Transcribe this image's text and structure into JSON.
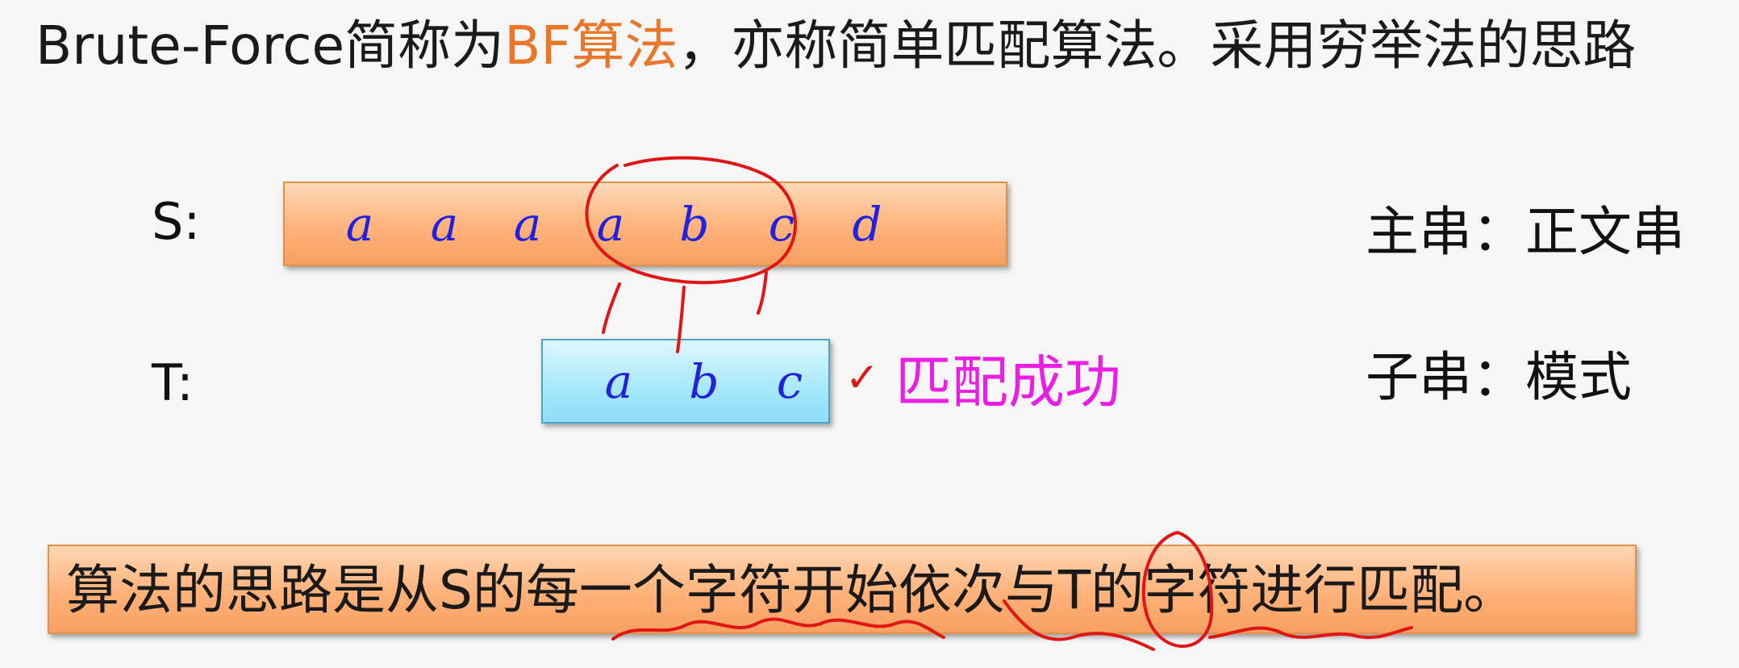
{
  "title": {
    "part1": "Brute-Force简称为",
    "highlight": "BF算法",
    "part2": "，亦称简单匹配算法。采用穷举法的思路",
    "highlight_color": "#e8772a"
  },
  "main_string": {
    "label": "S:",
    "chars": [
      "a",
      "a",
      "a",
      "a",
      "b",
      "c",
      "d"
    ]
  },
  "pattern_string": {
    "label": "T:",
    "chars": [
      "a",
      "b",
      "c"
    ]
  },
  "result": {
    "check_symbol": "✓",
    "text": "匹配成功",
    "color": "#e91fe3"
  },
  "definitions": {
    "main": "主串：正文串",
    "sub": "子串：模式"
  },
  "summary": "算法的思路是从S的每一个字符开始依次与T的字符进行匹配。",
  "colors": {
    "char_color": "#2222dd",
    "annotation_ink": "#e01616"
  }
}
